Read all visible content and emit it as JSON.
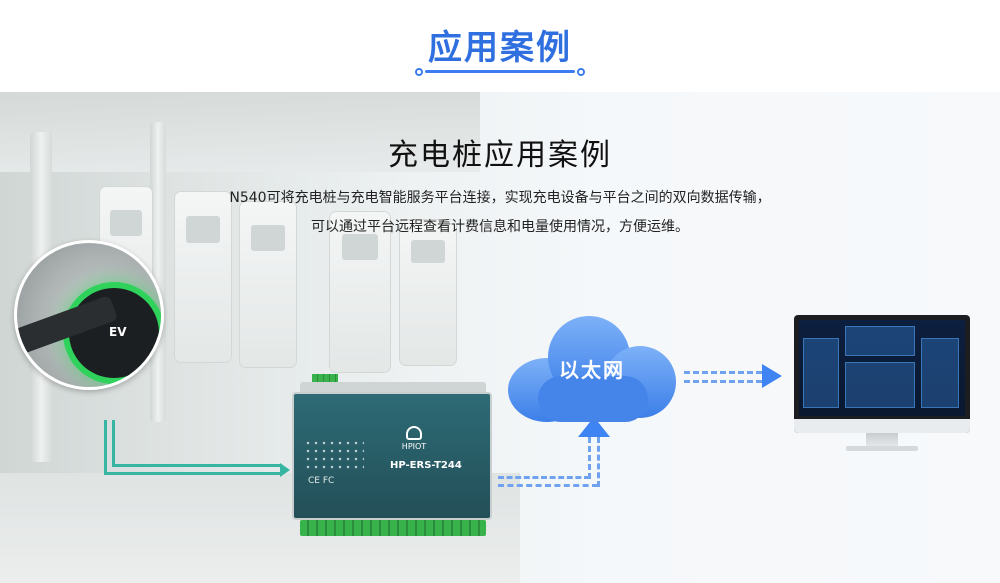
{
  "header": {
    "title": "应用案例"
  },
  "case": {
    "title": "充电桩应用案例",
    "desc_line1": "N540可将充电桩与充电智能服务平台连接，实现充电设备与平台之间的双向数据传输，",
    "desc_line2": "可以通过平台远程查看计费信息和电量使用情况，方便运维。"
  },
  "ev_plug": {
    "label": "EV"
  },
  "device": {
    "brand": "HPIOT",
    "model": "HP-ERS-T244",
    "marks": "CE FC"
  },
  "cloud": {
    "label": "以太网"
  },
  "colors": {
    "accent": "#2f6fe0",
    "green_line": "#35b5a2",
    "dash_blue": "#6fa3f0",
    "cloud_blue": "#3c7fe8"
  },
  "icons": [
    "ev-charger-icon",
    "gateway-device-icon",
    "cloud-icon",
    "monitor-icon",
    "arrow-icon"
  ]
}
